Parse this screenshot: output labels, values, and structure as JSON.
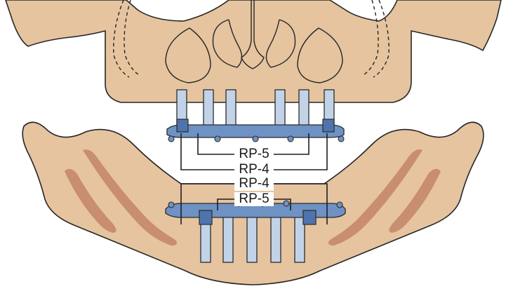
{
  "labels": {
    "upper_inner": "RP-5",
    "upper_outer": "RP-4",
    "lower_outer": "RP-4",
    "lower_inner": "RP-5"
  },
  "colors": {
    "bone": "#e5c49f",
    "canal": "#c98d70",
    "implant": "#c2d3e8",
    "bar": "#6f92c4",
    "outline": "#262626"
  }
}
